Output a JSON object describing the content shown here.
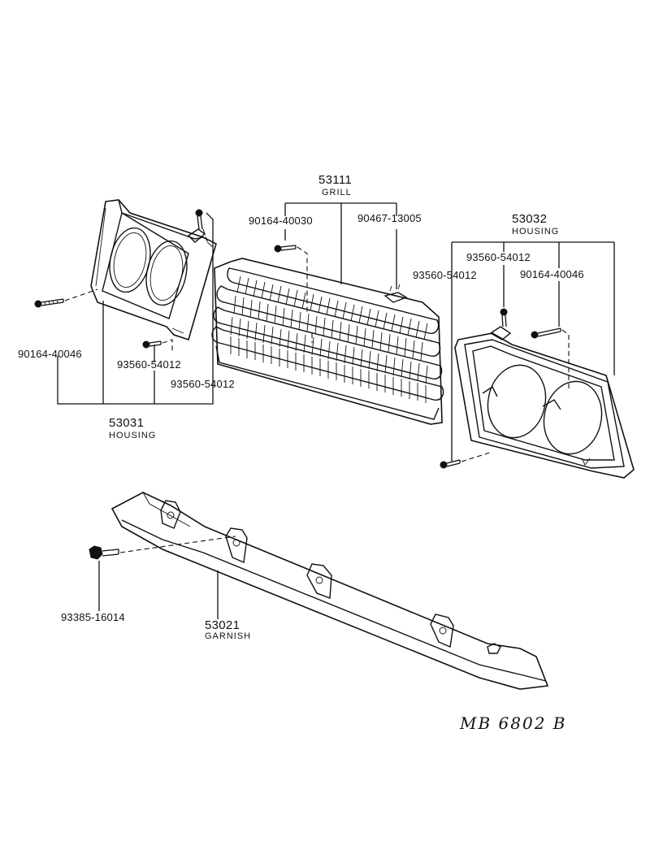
{
  "labels": {
    "grill_number": "53111",
    "grill_name": "GRILL",
    "screw_grill_left": "90164-40030",
    "clip_grill_right": "90467-13005",
    "housing_right_number": "53032",
    "housing_right_name": "HOUSING",
    "screw_right_top": "93560-54012",
    "screw_right_mid": "93560-54012",
    "screw_right_long": "90164-40046",
    "screw_left_long": "90164-40046",
    "screw_left_inner": "93560-54012",
    "screw_left_outer": "93560-54012",
    "housing_left_number": "53031",
    "housing_left_name": "HOUSING",
    "bolt_garnish": "93385-16014",
    "garnish_number": "53021",
    "garnish_name": "GARNISH",
    "drawing_code": "MB 6802 B"
  },
  "colors": {
    "ink": "#111111",
    "paper": "#ffffff"
  }
}
